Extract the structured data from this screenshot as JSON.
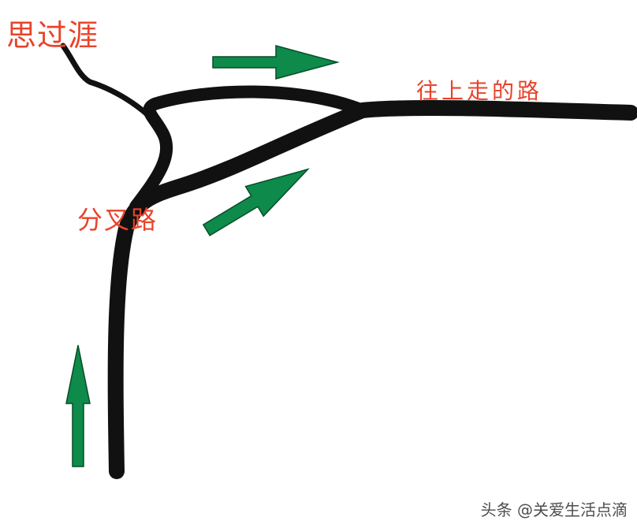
{
  "labels": {
    "top_left": "思过涯",
    "fork": "分叉路",
    "upward_road": "往上走的路"
  },
  "watermark": "头条 @关爱生活点滴",
  "icons": [
    "arrow-right-icon",
    "arrow-up-right-icon",
    "arrow-up-icon"
  ],
  "colors": {
    "road": "#111111",
    "arrow": "#0e8a4a",
    "label": "#e8432a",
    "background": "#ffffff"
  }
}
